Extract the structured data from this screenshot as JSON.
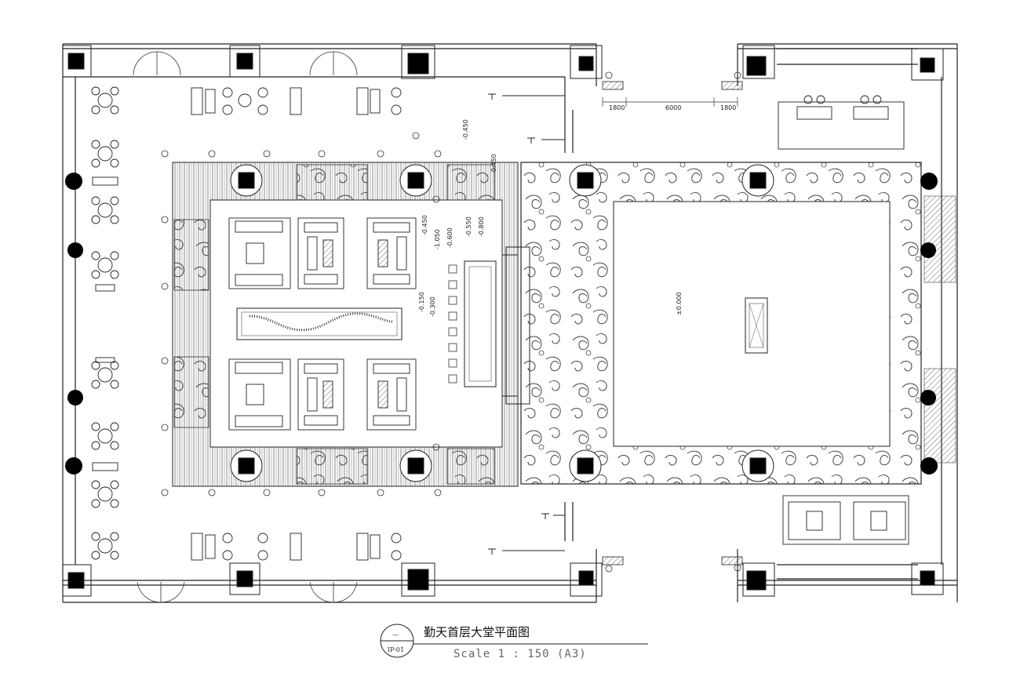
{
  "drawing": {
    "title": "勤天首层大堂平面图",
    "scale": "Scale 1 : 150 (A3)",
    "ref_top": "—",
    "ref_bottom": "IP-01"
  },
  "levels": {
    "l1": "-0.450",
    "l2": "-0.450",
    "l3": "-0.450",
    "l4": "-1.050",
    "l5": "-0.600",
    "l6": "-0.550",
    "l7": "-0.800",
    "l8": "-0.150",
    "l9": "-0.300",
    "l10": "±0.000"
  },
  "dims": {
    "d1": "1800",
    "d2": "6000",
    "d3": "1800"
  },
  "colors": {
    "line": "#222222",
    "pattern": "#555555",
    "fill": "#000000"
  }
}
